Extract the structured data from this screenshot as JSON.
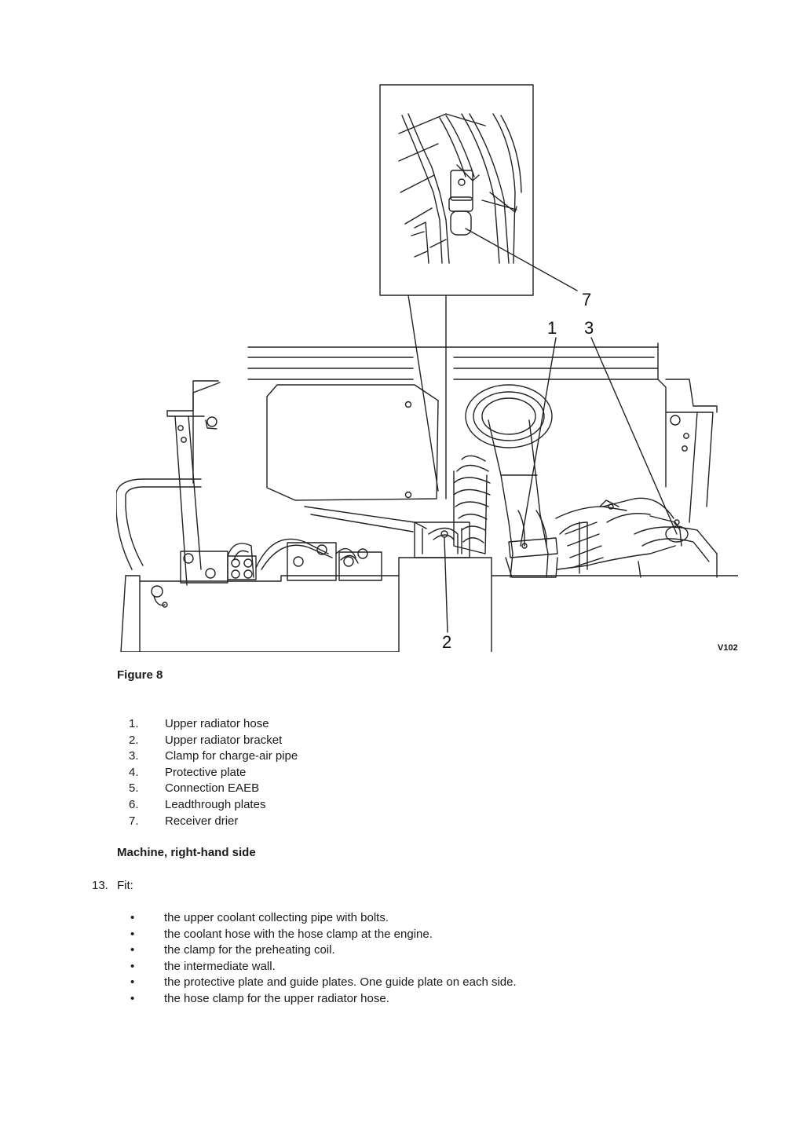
{
  "figure": {
    "callouts": [
      "7",
      "1",
      "3",
      "2"
    ],
    "drawing_code": "V102",
    "caption": "Figure 8"
  },
  "legend": [
    {
      "num": "1.",
      "text": "Upper radiator hose"
    },
    {
      "num": "2.",
      "text": "Upper radiator bracket"
    },
    {
      "num": "3.",
      "text": "Clamp for charge-air pipe"
    },
    {
      "num": "4.",
      "text": "Protective plate"
    },
    {
      "num": "5.",
      "text": "Connection EAEB"
    },
    {
      "num": "6.",
      "text": "Leadthrough plates"
    },
    {
      "num": "7.",
      "text": "Receiver drier"
    }
  ],
  "section_heading": "Machine, right-hand side",
  "step": {
    "num": "13.",
    "text": "Fit:"
  },
  "bullet_symbol": "•",
  "bullets": [
    "the upper coolant collecting pipe with bolts.",
    "the coolant hose with the hose clamp at the engine.",
    "the clamp for the preheating coil.",
    "the intermediate wall.",
    "the protective plate and guide plates. One guide plate on each side.",
    "the hose clamp for the upper radiator hose."
  ]
}
